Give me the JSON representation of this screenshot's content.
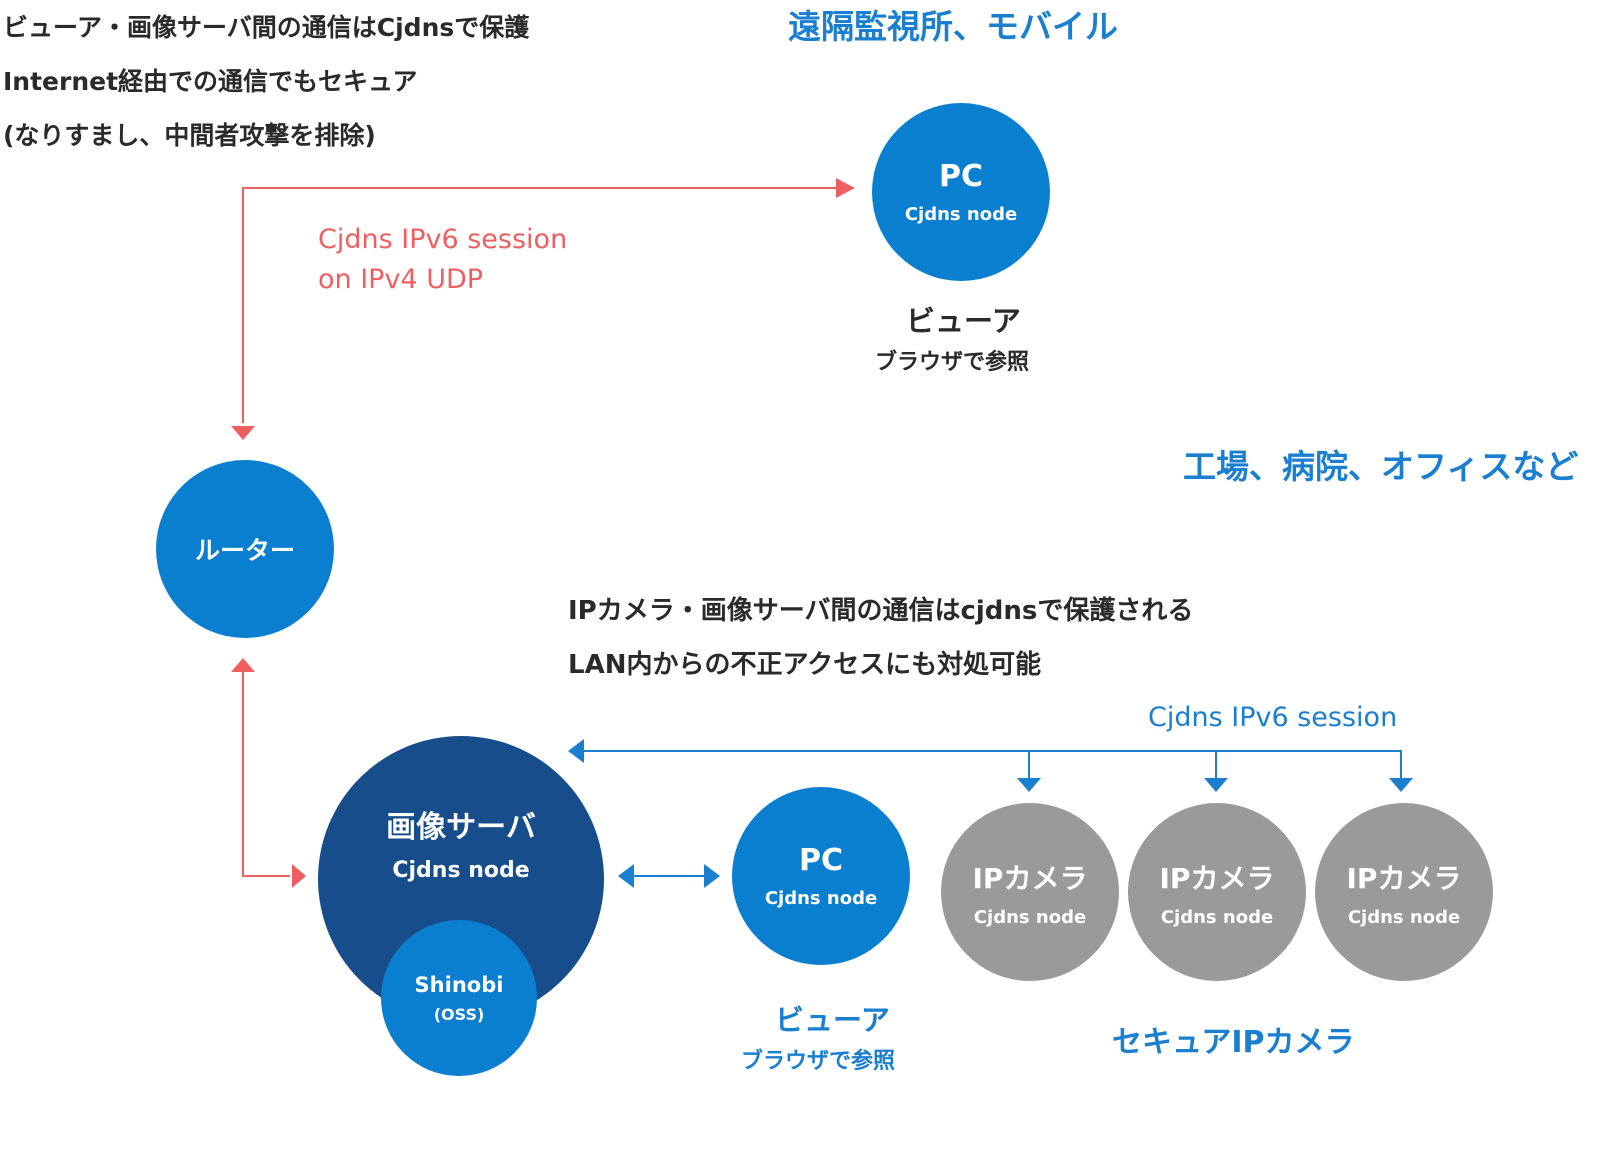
{
  "colors": {
    "blue": "#0b7fcf",
    "navy": "#164d8a",
    "grey": "#9a9a9a",
    "red": "#ee5f62",
    "blue_text": "#1b7fd0",
    "dark_text": "#2a2a2a"
  },
  "top_note": {
    "line1": "ビューア・画像サーバ間の通信はCjdnsで保護",
    "line2": "Internet経由での通信でもセキュア",
    "line3": "(なりすまし、中間者攻撃を排除)"
  },
  "remote_site": {
    "title": "遠隔監視所、モバイル",
    "pc": {
      "title": "PC",
      "sub": "Cjdns node"
    },
    "viewer_label": "ビューア",
    "viewer_sub": "ブラウザで参照"
  },
  "wan_session": {
    "line1": "Cjdns IPv6 session",
    "line2": "on IPv4 UDP"
  },
  "router": {
    "title": "ルーター"
  },
  "local_site": {
    "title": "工場、病院、オフィスなど",
    "note_line1": "IPカメラ・画像サーバ間の通信はcjdnsで保護される",
    "note_line2": "LAN内からの不正アクセスにも対処可能",
    "session_label": "Cjdns IPv6 session"
  },
  "image_server": {
    "title": "画像サーバ",
    "sub": "Cjdns node",
    "shinobi_title": "Shinobi",
    "shinobi_sub": "(OSS)"
  },
  "local_pc": {
    "title": "PC",
    "sub": "Cjdns node",
    "viewer_label": "ビューア",
    "viewer_sub": "ブラウザで参照"
  },
  "cameras": [
    {
      "title": "IPカメラ",
      "sub": "Cjdns node"
    },
    {
      "title": "IPカメラ",
      "sub": "Cjdns node"
    },
    {
      "title": "IPカメラ",
      "sub": "Cjdns node"
    }
  ],
  "cameras_label": "セキュアIPカメラ"
}
